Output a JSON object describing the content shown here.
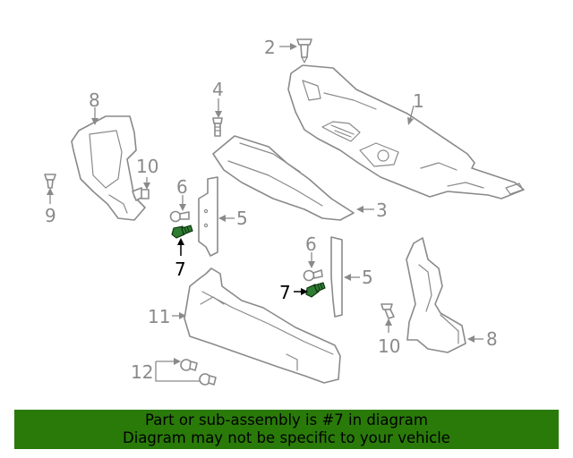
{
  "diagram": {
    "callouts": {
      "c1": "1",
      "c2": "2",
      "c3": "3",
      "c4": "4",
      "c5a": "5",
      "c5b": "5",
      "c6a": "6",
      "c6b": "6",
      "c7a": "7",
      "c7b": "7",
      "c8a": "8",
      "c8b": "8",
      "c9": "9",
      "c10a": "10",
      "c10b": "10",
      "c11": "11",
      "c12": "12"
    },
    "highlight_color": "#2e7d32",
    "highlighted_part": "7"
  },
  "banner": {
    "line1": "Part or sub-assembly is #7 in diagram",
    "line2": "Diagram may not be specific to your vehicle",
    "background": "#2a7a0a"
  }
}
